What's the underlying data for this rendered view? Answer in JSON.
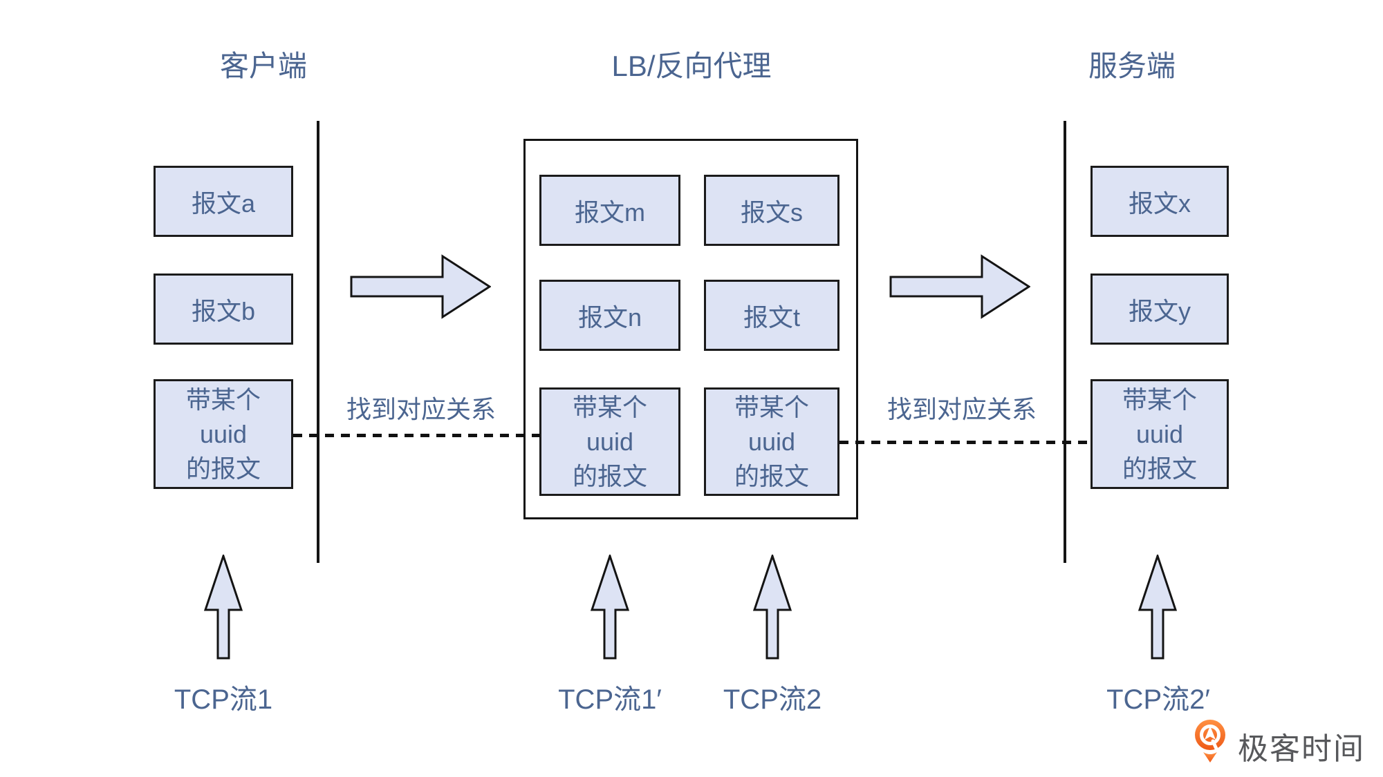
{
  "diagram": {
    "titles": {
      "client": "客户端",
      "lb": "LB/反向代理",
      "server": "服务端"
    },
    "client": {
      "box_a": "报文a",
      "box_b": "报文b"
    },
    "lb": {
      "box_m": "报文m",
      "box_s": "报文s",
      "box_n": "报文n",
      "box_t": "报文t"
    },
    "server": {
      "box_x": "报文x",
      "box_y": "报文y"
    },
    "uuid_box": {
      "line1": "带某个",
      "line2": "uuid",
      "line3": "的报文"
    },
    "mapping_label_left": "找到对应关系",
    "mapping_label_right": "找到对应关系",
    "tcp_labels": {
      "stream1": "TCP流1",
      "stream1_prime": "TCP流1′",
      "stream2": "TCP流2",
      "stream2_prime": "TCP流2′"
    }
  },
  "branding": {
    "logo_text": "极客时间"
  },
  "colors": {
    "box_fill": "#dde3f4",
    "box_border": "#1b1b1b",
    "text_blue": "#4b6590",
    "line_black": "#141414",
    "logo_orange_top": "#ff9042",
    "logo_orange_bottom": "#ee5a18",
    "logo_text_color": "#57585b"
  }
}
